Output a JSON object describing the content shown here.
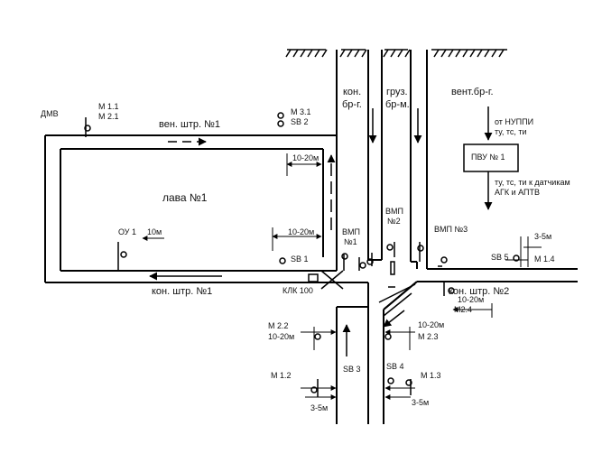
{
  "labels": {
    "dmv": "ДМВ",
    "m11": "М 1.1",
    "m21": "М 2.1",
    "m31": "М 3.1",
    "sb2": "SB 2",
    "ven_shtr": "вен. штр. №1",
    "lava": "лава №1",
    "dist_top": "10-20м",
    "dist_mid": "10-20м",
    "ou1": "ОУ 1",
    "dist_ou": "10м",
    "sb1": "SB 1",
    "kon_shtr1": "кон. штр. №1",
    "klk": "КЛК 100",
    "kon_br_1": "кон.",
    "kon_br_2": "бр-г.",
    "gruz_br_1": "груз.",
    "gruz_br_2": "бр-м.",
    "vent_br": "вент.бр-г.",
    "vmp1_1": "ВМП",
    "vmp1_2": "№1",
    "vmp2_1": "ВМП",
    "vmp2_2": "№2",
    "vmp3": "ВМП №3",
    "nuppi_1": "от НУППИ",
    "nuppi_2": "ту, тс, ти",
    "pvu": "ПВУ № 1",
    "agk_1": "ту, тс, ти к датчикам",
    "agk_2": "АГК и АПТВ",
    "dist_35_r": "3-5м",
    "sb5": "SB 5",
    "m14": "М 1.4",
    "kon_shtr2": "кон. штр. №2",
    "dist_r": "10-20м",
    "m24": "М2.4",
    "m22": "М 2.2",
    "dist_l": "10-20м",
    "dist_c": "10-20м",
    "m23": "М 2.3",
    "sb3": "SB 3",
    "sb4": "SB 4",
    "m12": "М 1.2",
    "m13": "М 1.3",
    "dist_35_l": "3-5м",
    "dist_35_c": "3-5м"
  }
}
